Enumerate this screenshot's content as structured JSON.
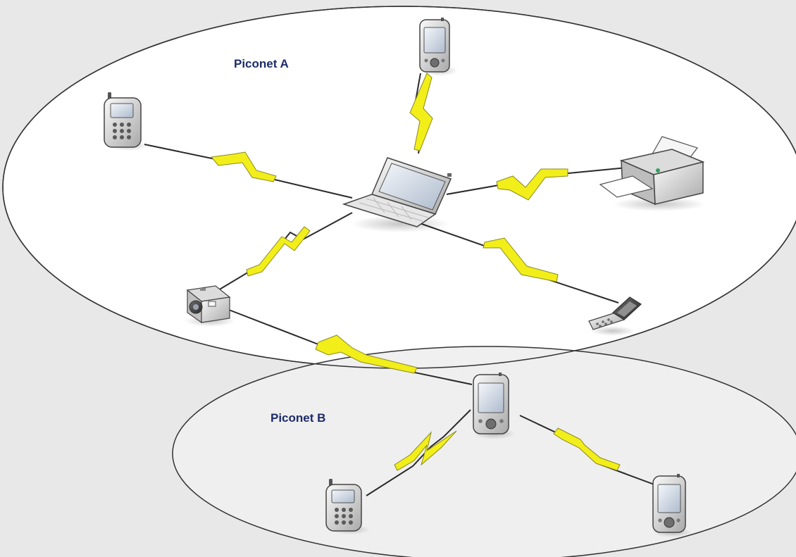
{
  "diagram": {
    "piconets": [
      {
        "id": "a",
        "label": "Piconet A"
      },
      {
        "id": "b",
        "label": "Piconet B"
      }
    ],
    "devices": [
      {
        "id": "pda-top",
        "kind": "pda-icon",
        "piconet": "a"
      },
      {
        "id": "phone-left",
        "kind": "mobile-phone-icon",
        "piconet": "a"
      },
      {
        "id": "laptop",
        "kind": "laptop-icon",
        "piconet": "a",
        "role": "master"
      },
      {
        "id": "printer",
        "kind": "printer-icon",
        "piconet": "a"
      },
      {
        "id": "camera",
        "kind": "camera-icon",
        "piconet": "a"
      },
      {
        "id": "flip-phone",
        "kind": "flip-phone-icon",
        "piconet": "a"
      },
      {
        "id": "pda-bridge",
        "kind": "pda-icon",
        "piconet": "b",
        "role": "master"
      },
      {
        "id": "phone-bottom",
        "kind": "mobile-phone-icon",
        "piconet": "b"
      },
      {
        "id": "pda-right",
        "kind": "pda-icon",
        "piconet": "b"
      }
    ],
    "links": [
      [
        "laptop",
        "pda-top"
      ],
      [
        "laptop",
        "phone-left"
      ],
      [
        "laptop",
        "printer"
      ],
      [
        "laptop",
        "camera"
      ],
      [
        "laptop",
        "flip-phone"
      ],
      [
        "camera",
        "pda-bridge"
      ],
      [
        "pda-bridge",
        "phone-bottom"
      ],
      [
        "pda-bridge",
        "pda-right"
      ]
    ],
    "colors": {
      "background": "#e8e8e8",
      "piconet_a_fill": "#ffffff",
      "piconet_b_fill": "#efefef",
      "outline": "#333333",
      "label": "#1c2b6b",
      "link_line": "#2a2a2a",
      "bolt": "#f2ee1a",
      "bolt_edge": "#8a8a20"
    }
  }
}
